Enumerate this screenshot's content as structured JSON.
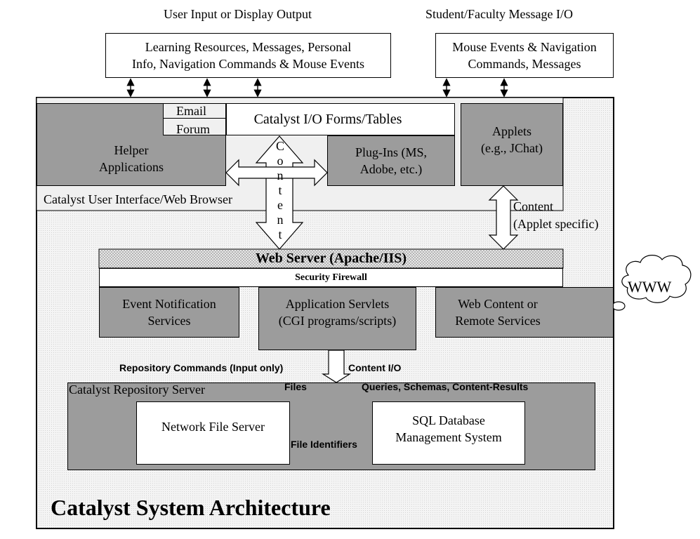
{
  "top_labels": {
    "left": "User Input or Display Output",
    "right": "Student/Faculty Message I/O"
  },
  "top_boxes": {
    "left": [
      "Learning Resources, Messages, Personal",
      "Info, Navigation Commands & Mouse Events"
    ],
    "right": [
      "Mouse Events & Navigation",
      "Commands, Messages"
    ]
  },
  "browser": {
    "email": "Email",
    "forum": "Forum",
    "forms": "Catalyst I/O Forms/Tables",
    "helper": [
      "Helper",
      "Applications"
    ],
    "plugins": [
      "Plug-Ins (MS,",
      "Adobe, etc.)"
    ],
    "applets": [
      "Applets",
      "(e.g., JChat)"
    ],
    "ui_label": "Catalyst User Interface/Web Browser",
    "content_vertical": [
      "C",
      "o",
      "n",
      "t",
      "e",
      "n",
      "t"
    ],
    "applet_content": [
      "Content",
      "(Applet specific)"
    ]
  },
  "server": {
    "web_server": "Web Server (Apache/IIS)",
    "firewall": "Security Firewall",
    "event": [
      "Event Notification",
      "Services"
    ],
    "servlets": [
      "Application Servlets",
      "(CGI programs/scripts)"
    ],
    "web_content": [
      "Web Content or",
      "Remote Services"
    ],
    "www": "WWW"
  },
  "repository": {
    "commands_label": "Repository Commands (Input only)",
    "content_io": "Content I/O",
    "title": "Catalyst Repository Server",
    "files": "Files",
    "queries": "Queries, Schemas, Content-Results",
    "nfs": "Network File Server",
    "sql": [
      "SQL Database",
      "Management System"
    ],
    "file_ids": "File Identifiers"
  },
  "main_title": "Catalyst System Architecture",
  "colors": {
    "gray": "#9c9c9c",
    "light": "#f0f0f0",
    "white": "#ffffff"
  }
}
